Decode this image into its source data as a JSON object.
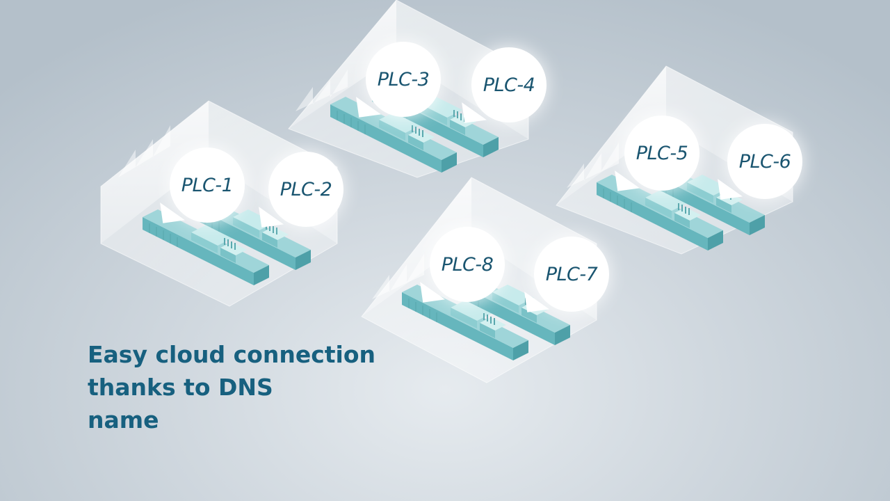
{
  "caption": {
    "line1": "Easy cloud connection",
    "line2": "thanks to DNS",
    "line3": "name"
  },
  "plcs": [
    {
      "label": "PLC-1"
    },
    {
      "label": "PLC-2"
    },
    {
      "label": "PLC-3"
    },
    {
      "label": "PLC-4"
    },
    {
      "label": "PLC-5"
    },
    {
      "label": "PLC-6"
    },
    {
      "label": "PLC-7"
    },
    {
      "label": "PLC-8"
    }
  ],
  "colors": {
    "background": "#c9d2da",
    "module": "#7ec7cc",
    "module_light": "#b8e0e2",
    "text": "#17607f",
    "bubble": "#ffffff"
  }
}
